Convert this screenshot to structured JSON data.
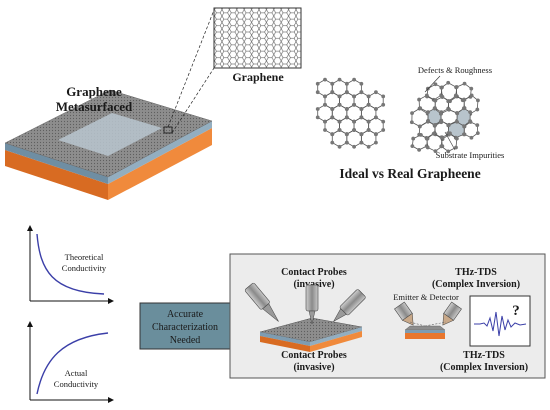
{
  "top": {
    "metasurface_label_line1": "Graphene",
    "metasurface_label_line2": "Metasurfaced",
    "zoom_label": "Graphene",
    "defects_label": "Defects & Roughness",
    "impurities_label": "Substrate Impurities",
    "ideal_vs_real_label": "Ideal vs Real Grapheene"
  },
  "left_plots": {
    "theoretical_line1": "Theoretical",
    "theoretical_line2": "Conductivity",
    "actual_line1": "Actual",
    "actual_line2": "Conductivity"
  },
  "center_box": {
    "line1": "Accurate",
    "line2": "Characterization",
    "line3": "Needed"
  },
  "methods": {
    "contact_top_line1": "Contact Probes",
    "contact_top_line2": "(invasive)",
    "contact_bottom_line1": "Contact Probes",
    "contact_bottom_line2": "(invasive)",
    "thz_top_line1": "THz-TDS",
    "thz_top_line2": "(Complex Inversion)",
    "emitter_label": "Emitter & Detector",
    "thz_bottom_line1": "THz-TDS",
    "thz_bottom_line2": "(Complex Inversion)",
    "question_mark": "?"
  },
  "colors": {
    "substrate_orange": "#e8772e",
    "substrate_blue": "#7e9cb1",
    "box_fill": "#6a8e9c",
    "panel_fill": "#ececec",
    "curve_blue": "#3b3fa8"
  }
}
